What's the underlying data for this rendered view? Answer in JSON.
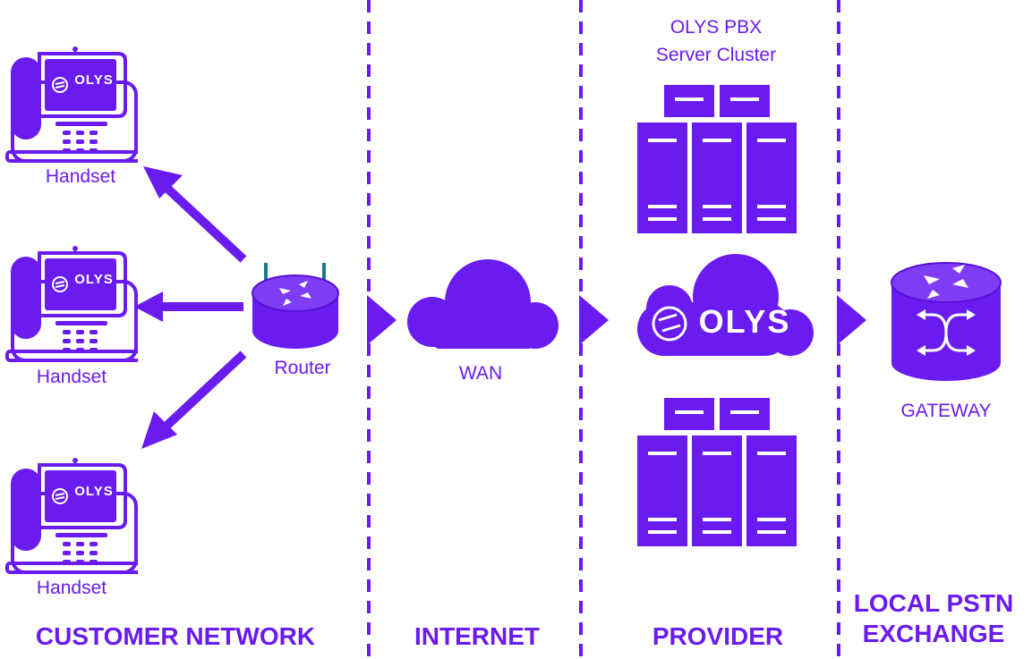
{
  "colors": {
    "accent": "#6a1bf0",
    "background": "#ffffff"
  },
  "nodes": {
    "handsets": [
      {
        "label": "Handset",
        "screen_logo": "OLYS"
      },
      {
        "label": "Handset",
        "screen_logo": "OLYS"
      },
      {
        "label": "Handset",
        "screen_logo": "OLYS"
      }
    ],
    "router": {
      "label": "Router"
    },
    "wan": {
      "label": "WAN"
    },
    "cluster": {
      "title_line1": "OLYS PBX",
      "title_line2": "Server Cluster"
    },
    "olys_cloud": {
      "logo": "OLYS"
    },
    "gateway": {
      "label": "GATEWAY"
    }
  },
  "zones": {
    "customer": "CUSTOMER NETWORK",
    "internet": "INTERNET",
    "provider": "PROVIDER",
    "pstn_line1": "LOCAL PSTN",
    "pstn_line2": "EXCHANGE"
  },
  "icons": [
    "desk-phone-icon",
    "router-icon",
    "cloud-icon",
    "server-rack-icon",
    "gateway-icon",
    "olys-logo-icon"
  ]
}
